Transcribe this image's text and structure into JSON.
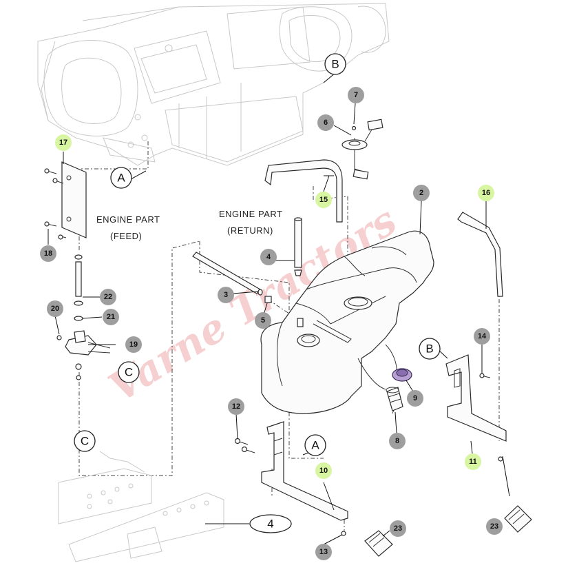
{
  "watermark": "Varne Tractors",
  "labels": {
    "engine_feed_1": "ENGINE PART",
    "engine_feed_2": "(FEED)",
    "engine_return_1": "ENGINE PART",
    "engine_return_2": "(RETURN)"
  },
  "reference_letters": {
    "A_top": "A",
    "A_bottom": "A",
    "B_top": "B",
    "B_right": "B",
    "C_left": "C",
    "C_bottom": "C",
    "four": "4"
  },
  "callouts": [
    {
      "id": "c2",
      "text": "2",
      "style": "grey"
    },
    {
      "id": "c3",
      "text": "3",
      "style": "grey"
    },
    {
      "id": "c4",
      "text": "4",
      "style": "grey"
    },
    {
      "id": "c5",
      "text": "5",
      "style": "grey"
    },
    {
      "id": "c6",
      "text": "6",
      "style": "grey"
    },
    {
      "id": "c7",
      "text": "7",
      "style": "grey"
    },
    {
      "id": "c8",
      "text": "8",
      "style": "grey"
    },
    {
      "id": "c9",
      "text": "9",
      "style": "grey"
    },
    {
      "id": "c10",
      "text": "10",
      "style": "green"
    },
    {
      "id": "c11",
      "text": "11",
      "style": "green"
    },
    {
      "id": "c12",
      "text": "12",
      "style": "grey"
    },
    {
      "id": "c13",
      "text": "13",
      "style": "grey"
    },
    {
      "id": "c14",
      "text": "14",
      "style": "grey"
    },
    {
      "id": "c15",
      "text": "15",
      "style": "green"
    },
    {
      "id": "c16",
      "text": "16",
      "style": "green"
    },
    {
      "id": "c17",
      "text": "17",
      "style": "green"
    },
    {
      "id": "c18",
      "text": "18",
      "style": "grey"
    },
    {
      "id": "c19",
      "text": "19",
      "style": "grey"
    },
    {
      "id": "c20",
      "text": "20",
      "style": "grey"
    },
    {
      "id": "c21",
      "text": "21",
      "style": "grey"
    },
    {
      "id": "c22",
      "text": "22",
      "style": "grey"
    },
    {
      "id": "c23a",
      "text": "23",
      "style": "grey"
    },
    {
      "id": "c23b",
      "text": "23",
      "style": "grey"
    }
  ],
  "colors": {
    "callout_grey": "#9e9e9e",
    "callout_green": "#d8f5a2",
    "watermark": "#e8797c",
    "fuel_cap_highlight": "#8a6fb0"
  }
}
